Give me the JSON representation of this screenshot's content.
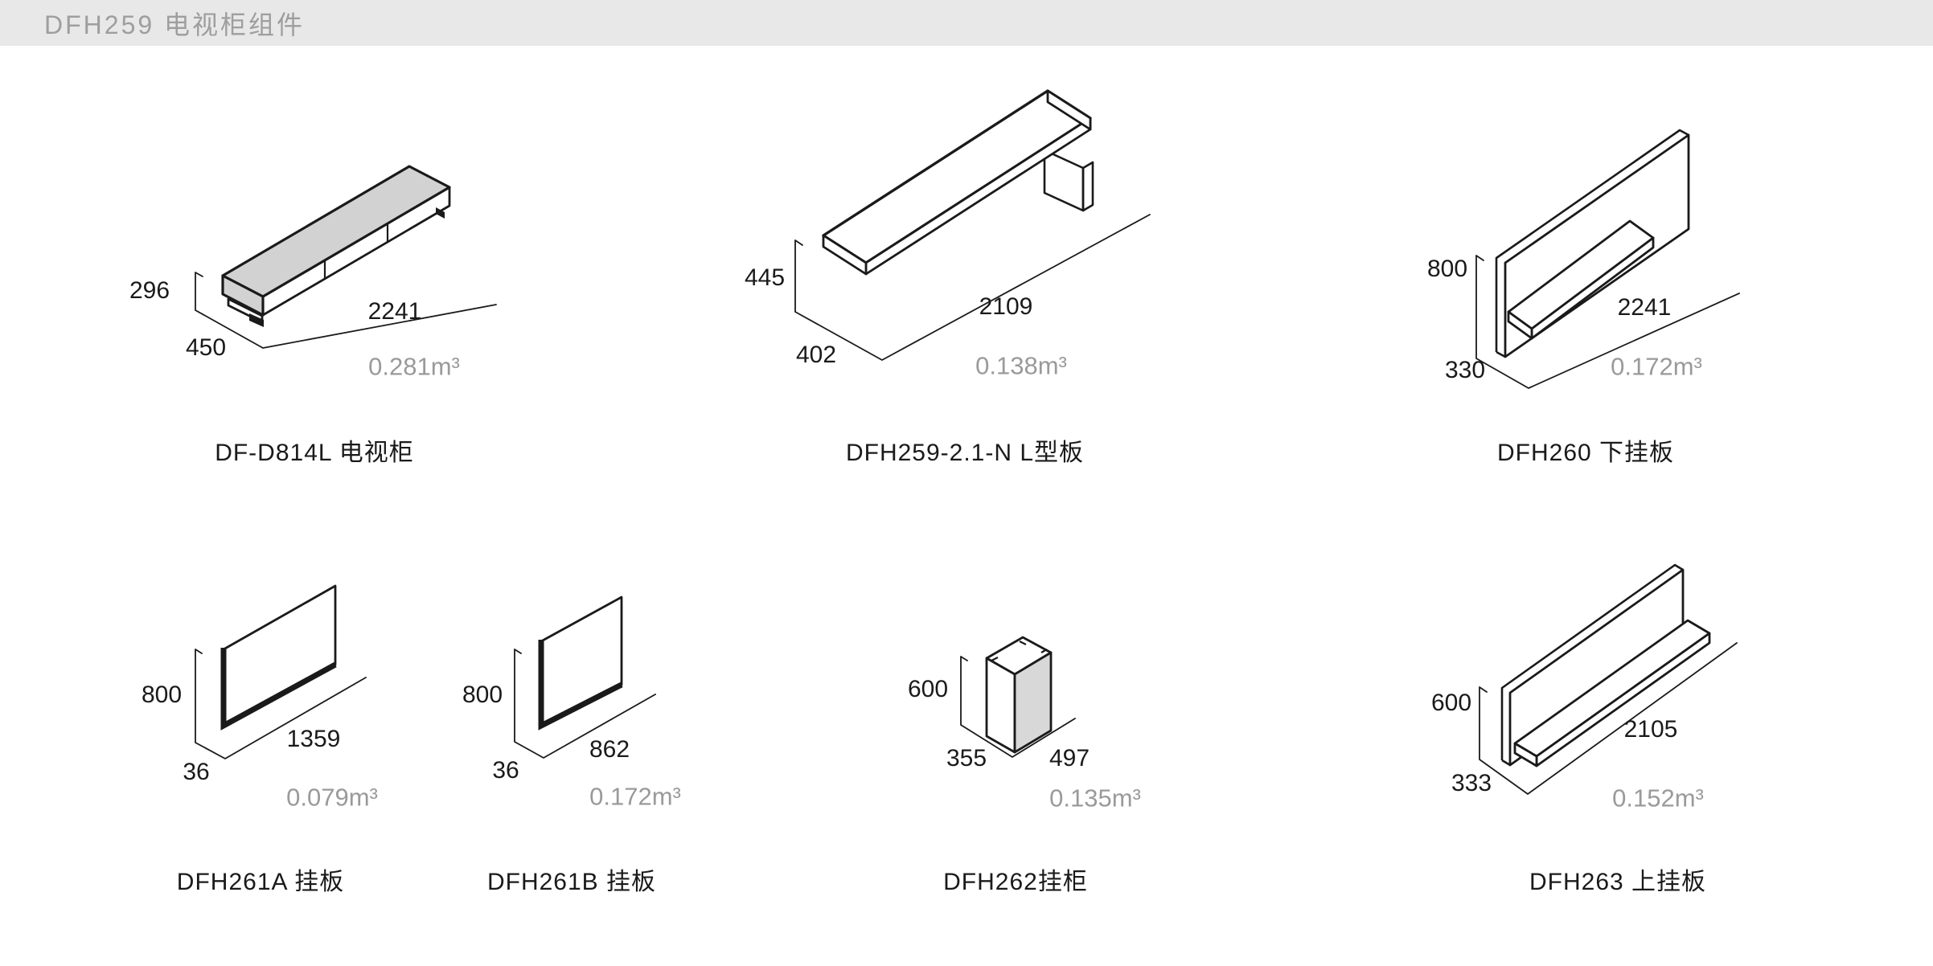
{
  "header": {
    "title": "DFH259 电视柜组件"
  },
  "colors": {
    "page_bg": "#ffffff",
    "header_bg": "#e8e8e8",
    "header_text": "#9e9e9e",
    "line": "#1a1a1a",
    "fill_top": "#d2d2d2",
    "fill_side": "#d8d8d8",
    "volume_text": "#9a9a9a"
  },
  "items": [
    {
      "name": "DF-D814L 电视柜",
      "height": "296",
      "depth": "450",
      "width": "2241",
      "volume": "0.281m³"
    },
    {
      "name": "DFH259-2.1-N L型板",
      "height": "445",
      "depth": "402",
      "width": "2109",
      "volume": "0.138m³"
    },
    {
      "name": "DFH260 下挂板",
      "height": "800",
      "depth": "330",
      "width": "2241",
      "volume": "0.172m³"
    },
    {
      "name": "DFH261A 挂板",
      "height": "800",
      "depth": "36",
      "width": "1359",
      "volume": "0.079m³"
    },
    {
      "name": "DFH261B 挂板",
      "height": "800",
      "depth": "36",
      "width": "862",
      "volume": "0.172m³"
    },
    {
      "name": "DFH262挂柜",
      "height": "600",
      "depth": "355",
      "width": "497",
      "volume": "0.135m³"
    },
    {
      "name": "DFH263 上挂板",
      "height": "600",
      "depth": "333",
      "width": "2105",
      "volume": "0.152m³"
    }
  ]
}
